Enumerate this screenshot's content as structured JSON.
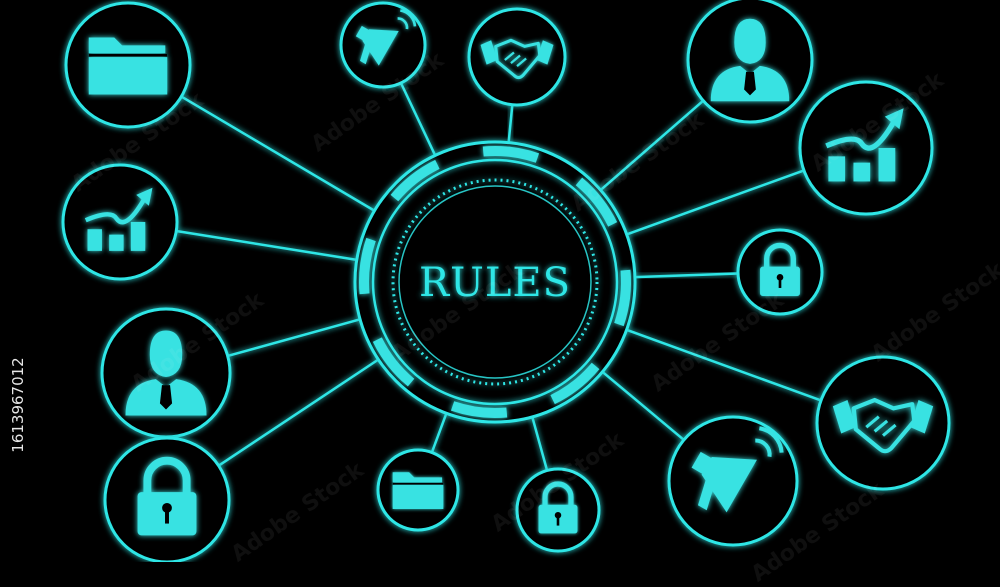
{
  "center": {
    "label": "RULES"
  },
  "side_id": "1613967012",
  "watermark": "Adobe Stock",
  "colors": {
    "accent": "#2ee6e6",
    "fill": "#38e2e2",
    "background": "#000000"
  },
  "nodes": [
    {
      "name": "node-folder-top-left",
      "icon": "folder-icon"
    },
    {
      "name": "node-megaphone-top",
      "icon": "megaphone-icon"
    },
    {
      "name": "node-handshake-top",
      "icon": "handshake-icon"
    },
    {
      "name": "node-person-top-right",
      "icon": "person-icon"
    },
    {
      "name": "node-growth-right",
      "icon": "growth-chart-icon"
    },
    {
      "name": "node-growth-left",
      "icon": "growth-chart-icon"
    },
    {
      "name": "node-lock-right",
      "icon": "lock-icon"
    },
    {
      "name": "node-person-left",
      "icon": "person-icon"
    },
    {
      "name": "node-handshake-right",
      "icon": "handshake-icon"
    },
    {
      "name": "node-lock-bottom-left",
      "icon": "lock-icon"
    },
    {
      "name": "node-folder-bottom",
      "icon": "folder-icon"
    },
    {
      "name": "node-lock-bottom",
      "icon": "lock-icon"
    },
    {
      "name": "node-megaphone-bottom-right",
      "icon": "megaphone-icon"
    }
  ]
}
